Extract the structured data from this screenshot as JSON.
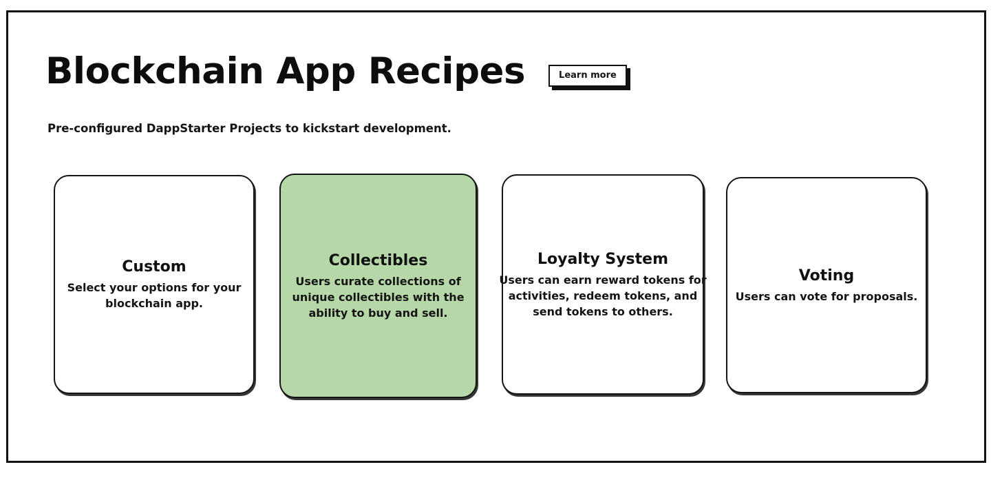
{
  "page": {
    "title": "Blockchain App Recipes",
    "subtitle": "Pre-configured DappStarter Projects to kickstart development.",
    "learn_more_label": "Learn more"
  },
  "colors": {
    "selected_card_background": "#b6d7a8",
    "border": "#141414",
    "page_background": "#ffffff",
    "text": "#141414"
  },
  "cards": [
    {
      "title": "Custom",
      "description": "Select your options for your blockchain app.",
      "selected": false
    },
    {
      "title": "Collectibles",
      "description": "Users curate collections of unique collectibles with the ability to buy and sell.",
      "selected": true
    },
    {
      "title": "Loyalty System",
      "description": "Users can earn reward tokens for activities, redeem tokens, and send tokens to others.",
      "selected": false
    },
    {
      "title": "Voting",
      "description": "Users can vote for proposals.",
      "selected": false
    }
  ]
}
